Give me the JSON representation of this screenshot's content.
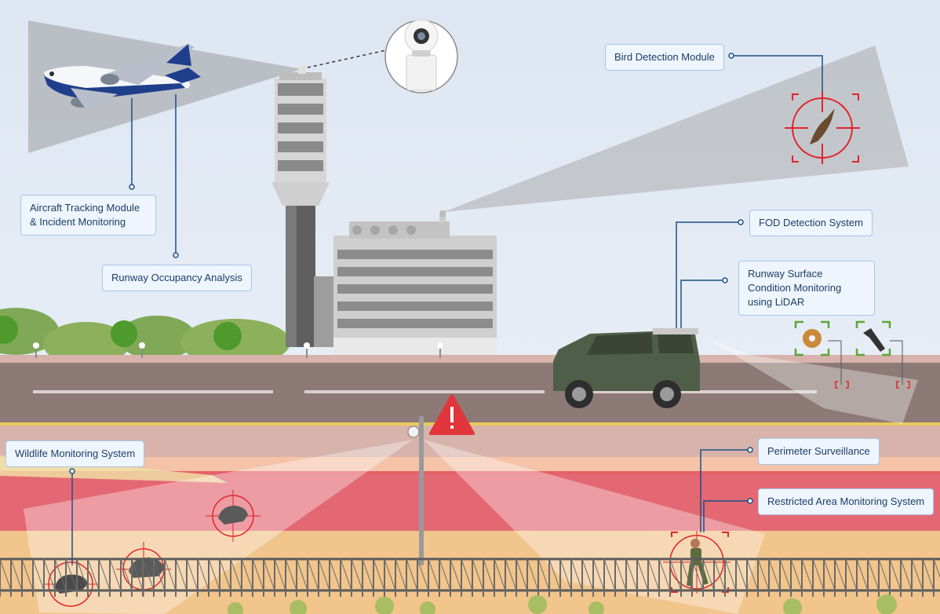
{
  "labels": {
    "bird_detection": "Bird Detection Module",
    "aircraft_tracking": "Aircraft Tracking Module & Incident Monitoring",
    "runway_occupancy": "Runway Occupancy Analysis",
    "fod_detection": "FOD Detection System",
    "runway_surface": "Runway Surface Condition Monitoring using LiDAR",
    "wildlife_monitoring": "Wildlife Monitoring System",
    "perimeter_surveillance": "Perimeter Surveillance",
    "restricted_area": "Restricted Area Monitoring System"
  },
  "colors": {
    "sky": "#e4ebf5",
    "label_bg": "#eef5fd",
    "label_border": "#a9c4e6",
    "label_text": "#1d3d66",
    "connector": "#1d4f86",
    "target_red": "#e0252b",
    "target_green": "#5aa637",
    "warning_red": "#e0353b",
    "road": "#8d7a76",
    "restricted_zone": "#e3505c",
    "sand": "#f1c58c",
    "vehicle": "#4f5e48"
  },
  "icons": [
    "airplane-icon",
    "ptz-camera-icon",
    "bird-icon",
    "warning-icon",
    "boar-icon",
    "intruder-icon",
    "donut-fod-icon",
    "bolt-fod-icon",
    "survey-vehicle-icon",
    "control-tower-icon"
  ]
}
